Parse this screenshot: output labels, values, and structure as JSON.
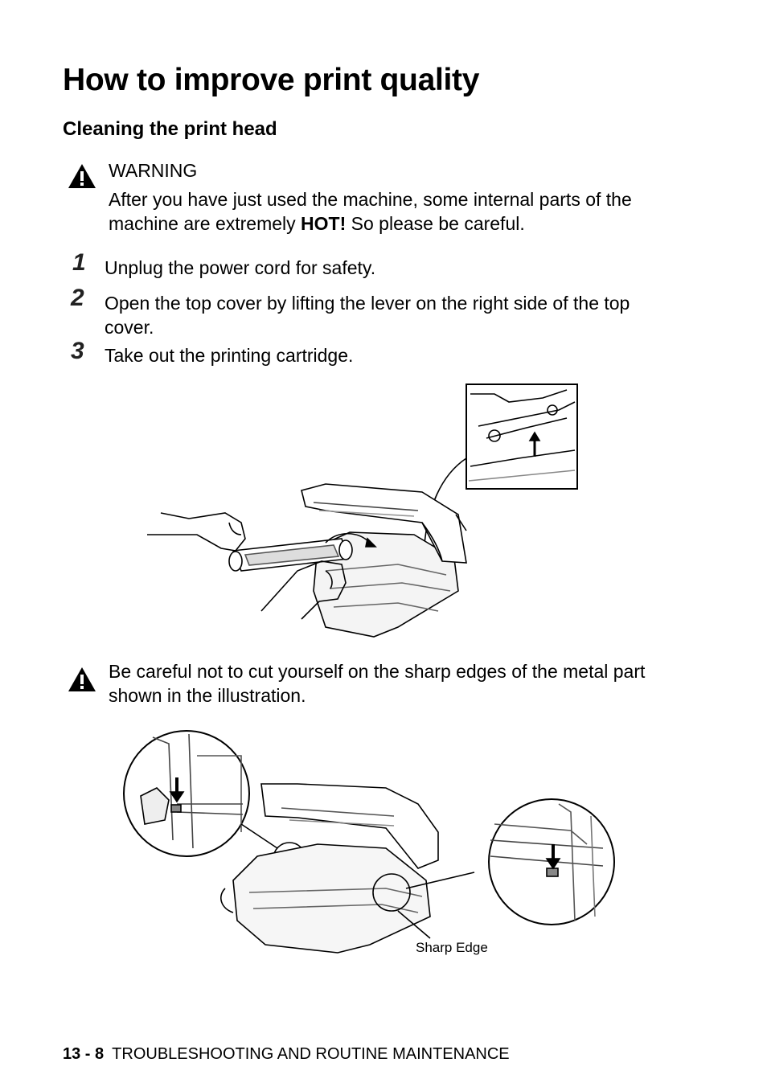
{
  "page": {
    "title": "How to improve print quality",
    "subtitle": "Cleaning the print head"
  },
  "warning": {
    "heading": "WARNING",
    "text_before": "After you have just used the machine, some internal parts of the machine are extremely ",
    "text_bold": "HOT!",
    "text_after": " So please be careful."
  },
  "steps": [
    {
      "num": "1",
      "text": "Unplug the power cord for safety."
    },
    {
      "num": "2",
      "text": "Open the top cover by lifting the lever on the right side of the top cover."
    },
    {
      "num": "3",
      "text": "Take out the printing cartridge."
    }
  ],
  "caution": {
    "text": "Be careful not to cut yourself on the sharp edges of the metal part shown in the illustration."
  },
  "figure2": {
    "caption": "Sharp Edge"
  },
  "footer": {
    "page_number": "13 - 8",
    "section": "TROUBLESHOOTING AND ROUTINE MAINTENANCE"
  },
  "icons": {
    "warning": "warning-triangle-icon",
    "arrow": "arrow-icon"
  }
}
